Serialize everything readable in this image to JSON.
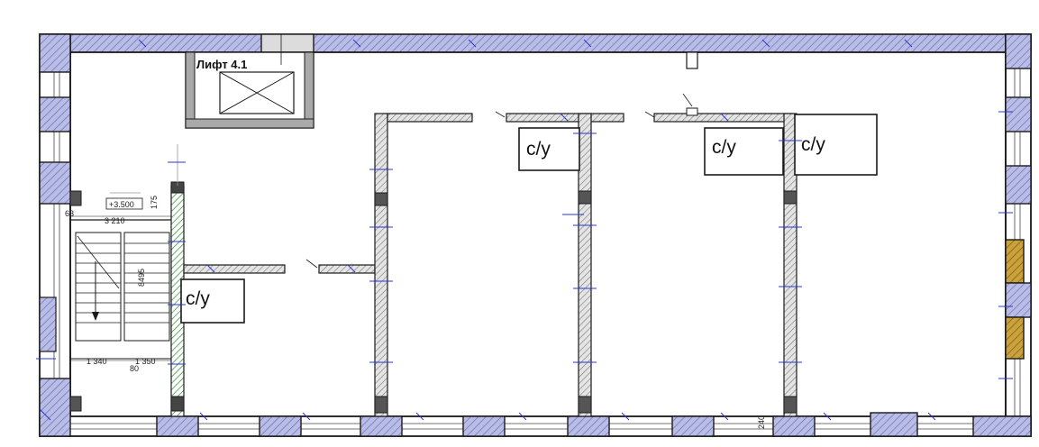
{
  "elevator": {
    "label": "Лифт 4.1"
  },
  "rooms": [
    {
      "id": "wc-1",
      "label": "с/у"
    },
    {
      "id": "wc-2",
      "label": "с/у"
    },
    {
      "id": "wc-3",
      "label": "с/у"
    },
    {
      "id": "wc-4",
      "label": "с/у"
    }
  ],
  "stair": {
    "level_mark": "+3.500",
    "dim_width_top": "3 210",
    "dim_left": "63",
    "dim_vertical": "175",
    "dim_run": "8495",
    "dim_bottom_left": "1 340",
    "dim_bottom_mid": "80",
    "dim_bottom_right": "1 350"
  },
  "misc_dims": {
    "bottom_small": "240"
  },
  "colors": {
    "wall_fill": "#b9bde6",
    "wall_stroke": "#1a1a1a",
    "dim_mark": "#2a35d8",
    "partition_fill": "#b5b5b5",
    "accent_fill": "#c9a23c",
    "green_hatch": "#2a8a2a"
  }
}
